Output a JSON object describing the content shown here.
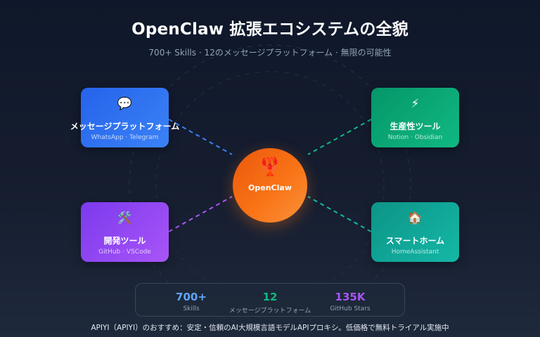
{
  "header": {
    "title": "OpenClaw 拡張エコシステムの全貌",
    "subtitle": "700+ Skills · 12のメッセージプラットフォーム · 無限の可能性"
  },
  "hub": {
    "icon": "🦞",
    "icon_name": "lobster-icon",
    "label": "OpenClaw",
    "color": "#f97316"
  },
  "categories": [
    {
      "icon": "💬",
      "icon_name": "speech-bubble-icon",
      "title": "メッセージプラットフォーム",
      "examples": "WhatsApp · Telegram",
      "color": "#3b82f6"
    },
    {
      "icon": "⚡",
      "icon_name": "lightning-icon",
      "title": "生産性ツール",
      "examples": "Notion · Obsidian",
      "color": "#10b981"
    },
    {
      "icon": "🛠️",
      "icon_name": "hammer-wrench-icon",
      "title": "開発ツール",
      "examples": "GitHub · VSCode",
      "color": "#a855f7"
    },
    {
      "icon": "🏠",
      "icon_name": "house-icon",
      "title": "スマートホーム",
      "examples": "HomeAssistant",
      "color": "#14b8a6"
    }
  ],
  "stats": [
    {
      "value": "700+",
      "label": "Skills",
      "color": "#60a5fa"
    },
    {
      "value": "12",
      "label": "メッセージプラットフォーム",
      "color": "#10b981"
    },
    {
      "value": "135K",
      "label": "GitHub Stars",
      "color": "#a855f7"
    }
  ],
  "footer": "APIYI（APIYI）のおすすめ：安定・信頼のAI大規模言語モデルAPIプロキシ。低価格で無料トライアル実施中"
}
